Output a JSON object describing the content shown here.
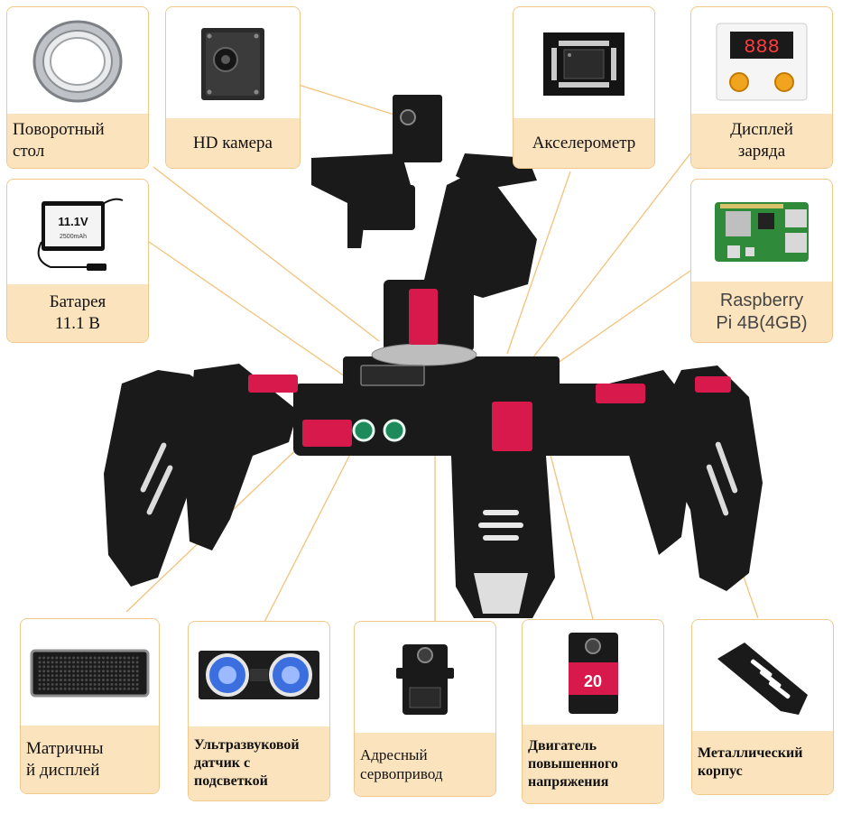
{
  "accent_color": "#f0c98a",
  "caption_bg": "#fbe3bd",
  "leader_color": "#f3c27a",
  "robot": {
    "colors": {
      "frame": "#1a1a1a",
      "accent": "#d8194b",
      "metal": "#bdbdbd"
    }
  },
  "components": {
    "turntable": {
      "label": "Поворотный\nстол",
      "icon": "bearing-icon"
    },
    "camera": {
      "label": "HD камера",
      "icon": "camera-icon"
    },
    "accelerometer": {
      "label": "Акселерометр",
      "icon": "chip-icon"
    },
    "charge_display": {
      "label": "Дисплей\nзаряда",
      "icon": "charge-display-icon",
      "digits": "888"
    },
    "battery": {
      "label": "Батарея\n11.1 В",
      "icon": "battery-icon",
      "pack_text": "11.1V",
      "pack_sub": "2500mAh"
    },
    "raspberry": {
      "label": "Raspberry\nPi 4B(4GB)",
      "icon": "raspberry-board-icon"
    },
    "matrix": {
      "label": "Матричны\nй дисплей",
      "icon": "led-matrix-icon"
    },
    "ultrasonic": {
      "label": "Ультразвуковой\nдатчик с\nподсветкой",
      "icon": "ultrasonic-sensor-icon"
    },
    "servo": {
      "label": "Адресный\nсервопривод",
      "icon": "servo-icon"
    },
    "hv_motor": {
      "label": "Двигатель\nповышенного\nнапряжения",
      "icon": "hv-servo-icon",
      "badge": "20"
    },
    "metal_body": {
      "label": "Металлический\nкорпус",
      "icon": "metal-leg-icon"
    }
  }
}
